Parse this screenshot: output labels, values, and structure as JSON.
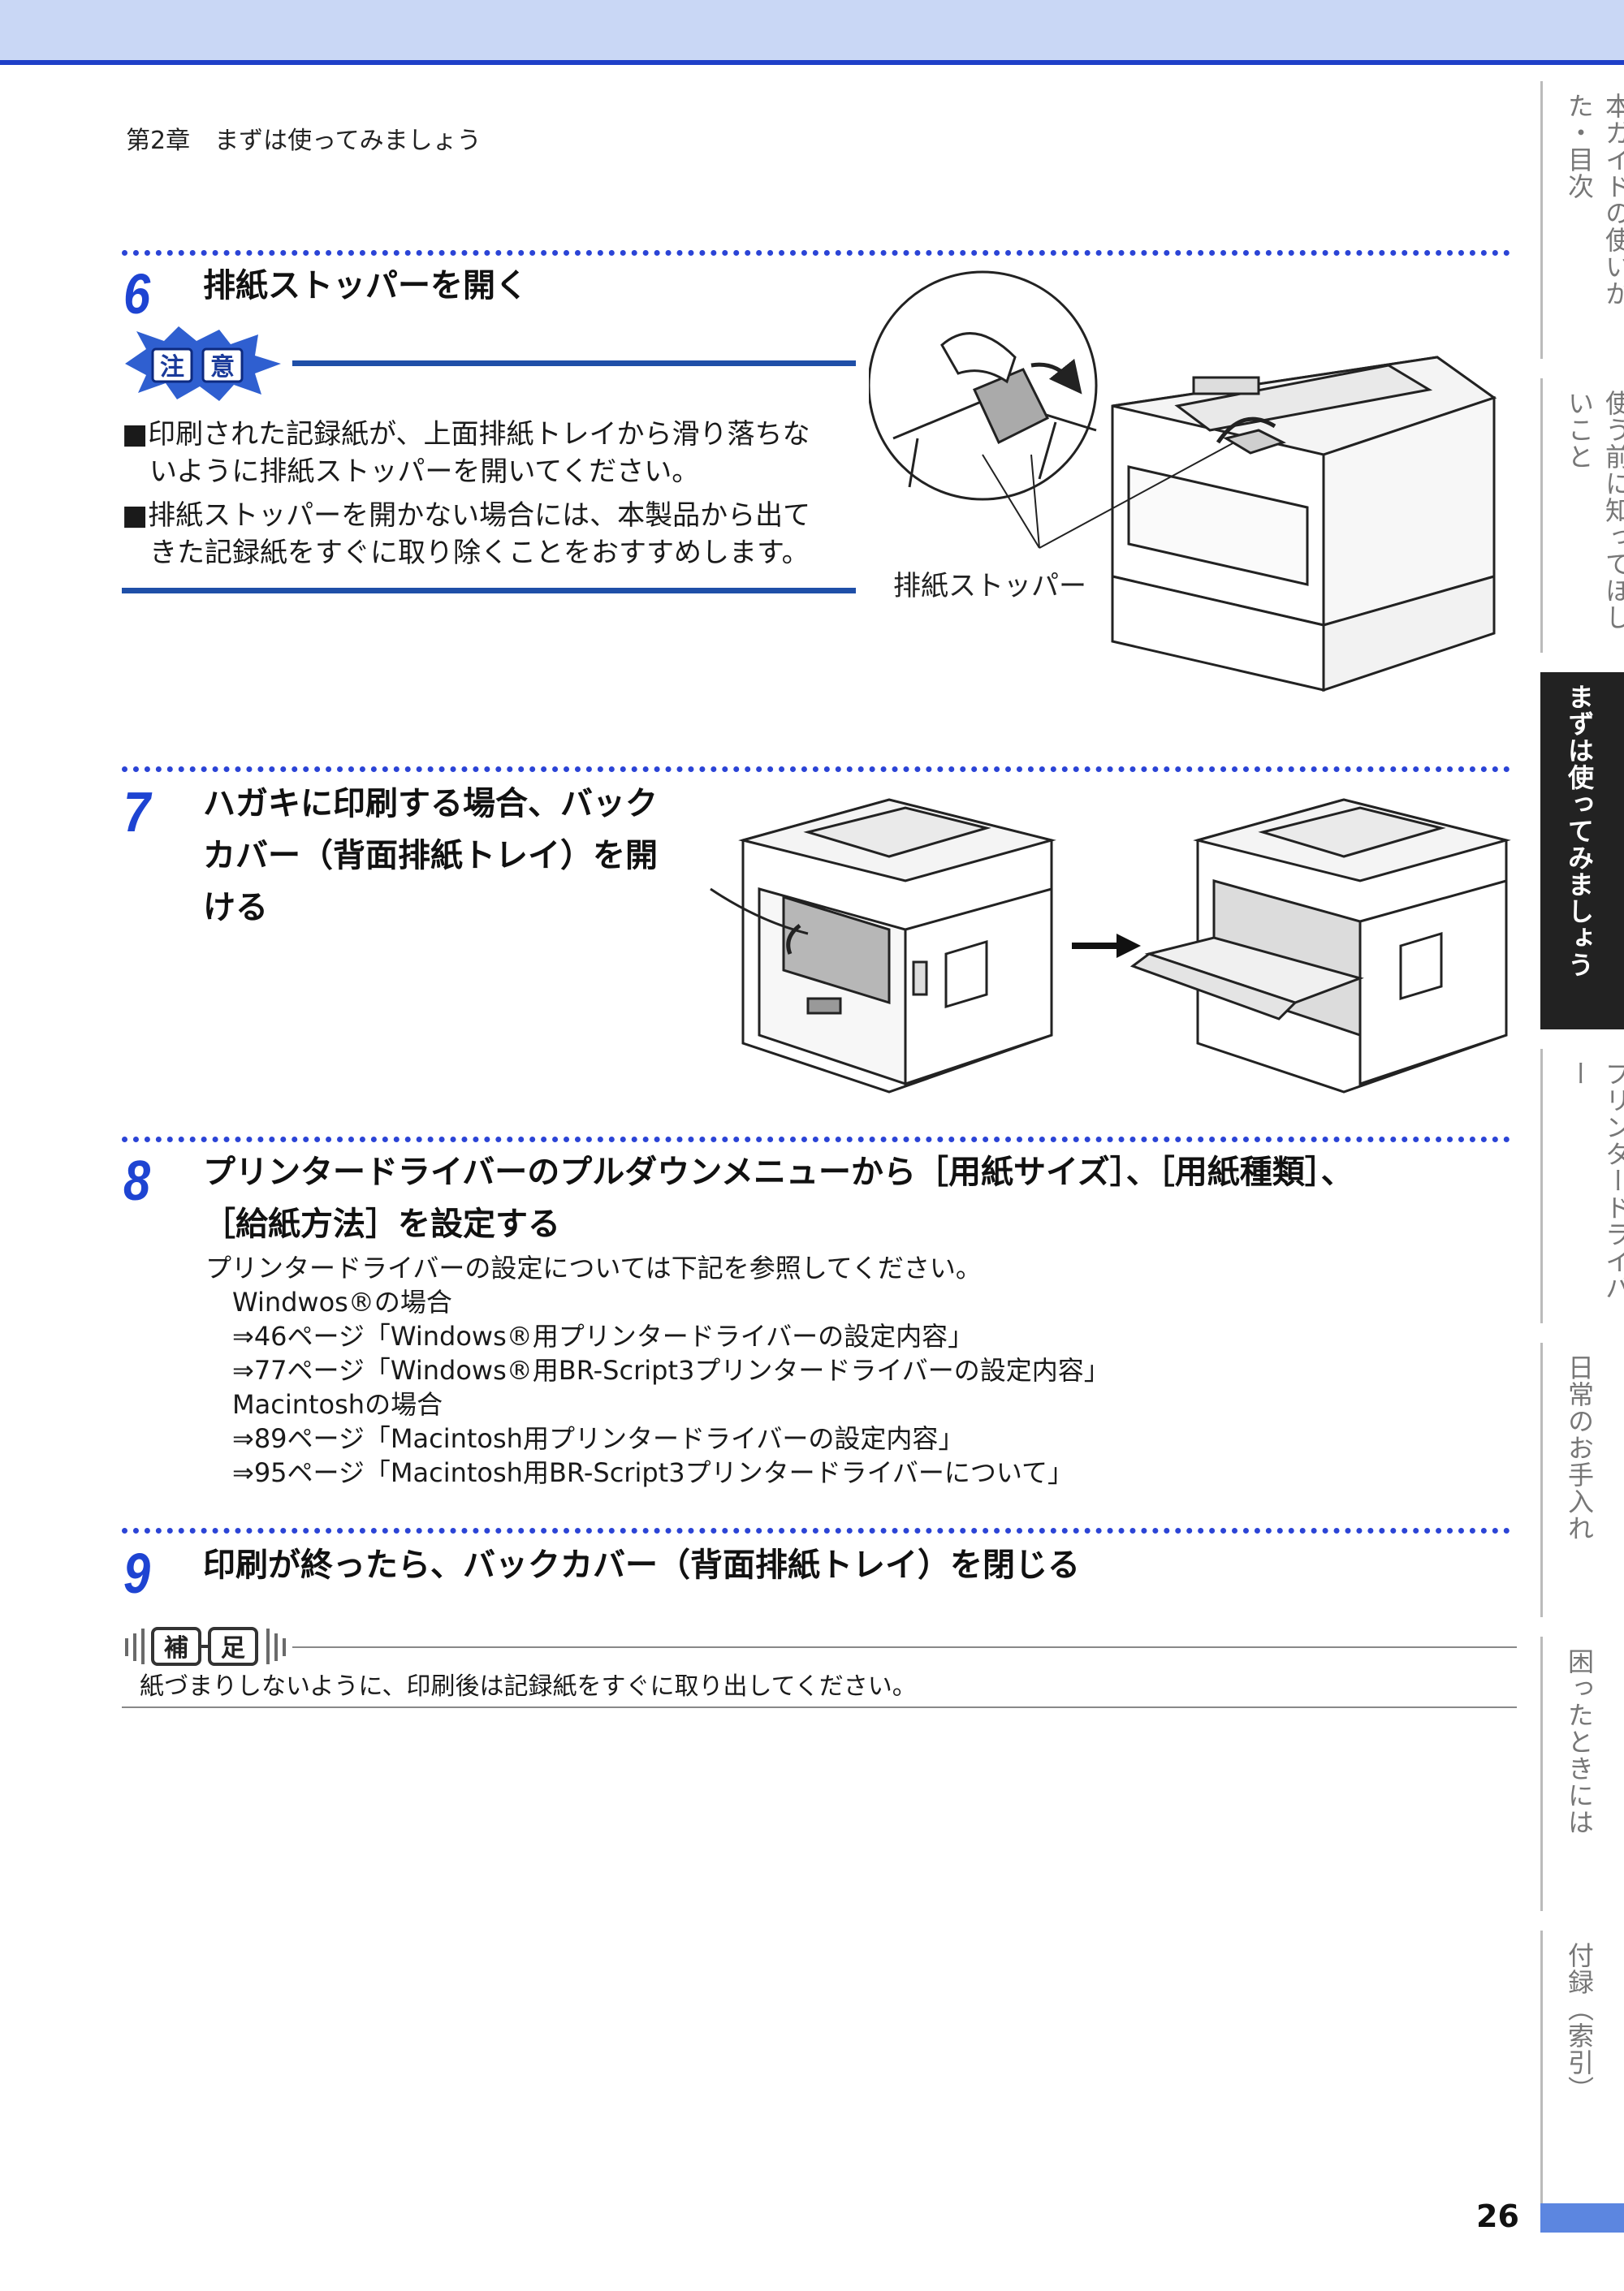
{
  "breadcrumb": "第2章　まずは使ってみましょう",
  "steps": [
    {
      "num": "6",
      "title": "排紙ストッパーを開く"
    },
    {
      "num": "7",
      "title_lines": [
        "ハガキに印刷する場合、バック",
        "カバー（背面排紙トレイ）を開",
        "ける"
      ]
    },
    {
      "num": "8",
      "title_lines": [
        "プリンタードライバーのプルダウンメニューから［用紙サイズ］、［用紙種類］、",
        "［給紙方法］を設定する"
      ]
    },
    {
      "num": "9",
      "title": "印刷が終ったら、バックカバー（背面排紙トレイ）を閉じる"
    }
  ],
  "caution": {
    "badge": "注意",
    "bullets": [
      [
        "■印刷された記録紙が、上面排紙トレイから滑り落ちな",
        "　いように排紙ストッパーを開いてください。"
      ],
      [
        "■排紙ストッパーを開かない場合には、本製品から出て",
        "　きた記録紙をすぐに取り除くことをおすすめします。"
      ]
    ]
  },
  "illustration": {
    "callout": "排紙ストッパー",
    "arrow": "→"
  },
  "step8_body": {
    "intro": "プリンタードライバーの設定については下記を参照してください。",
    "lines": [
      "Windwos®の場合",
      "⇒46ページ「Windows®用プリンタードライバーの設定内容」",
      "⇒77ページ「Windows®用BR-Script3プリンタードライバーの設定内容」",
      "Macintoshの場合",
      "⇒89ページ「Macintosh用プリンタードライバーの設定内容」",
      "⇒95ページ「Macintosh用BR-Script3プリンタードライバーについて」"
    ]
  },
  "hosoku": {
    "badge": "補足",
    "text": "紙づまりしないように、印刷後は記録紙をすぐに取り出してください。"
  },
  "side_tabs": [
    {
      "label": "本ガイドの使いかた・目次",
      "active": false
    },
    {
      "label": "使う前に知ってほしいこと",
      "active": false
    },
    {
      "label": "まずは使ってみましょう",
      "active": true
    },
    {
      "label": "プリンタードライバー",
      "active": false
    },
    {
      "label": "日常のお手入れ",
      "active": false
    },
    {
      "label": "困ったときには",
      "active": false
    },
    {
      "label": "付録（索引）",
      "active": false
    }
  ],
  "page_number": "26",
  "colors": {
    "accent": "#1f3fc8",
    "step_number": "#1e44d2",
    "top_band": "#c9d7f5",
    "caution_line": "#1f4fa8"
  }
}
